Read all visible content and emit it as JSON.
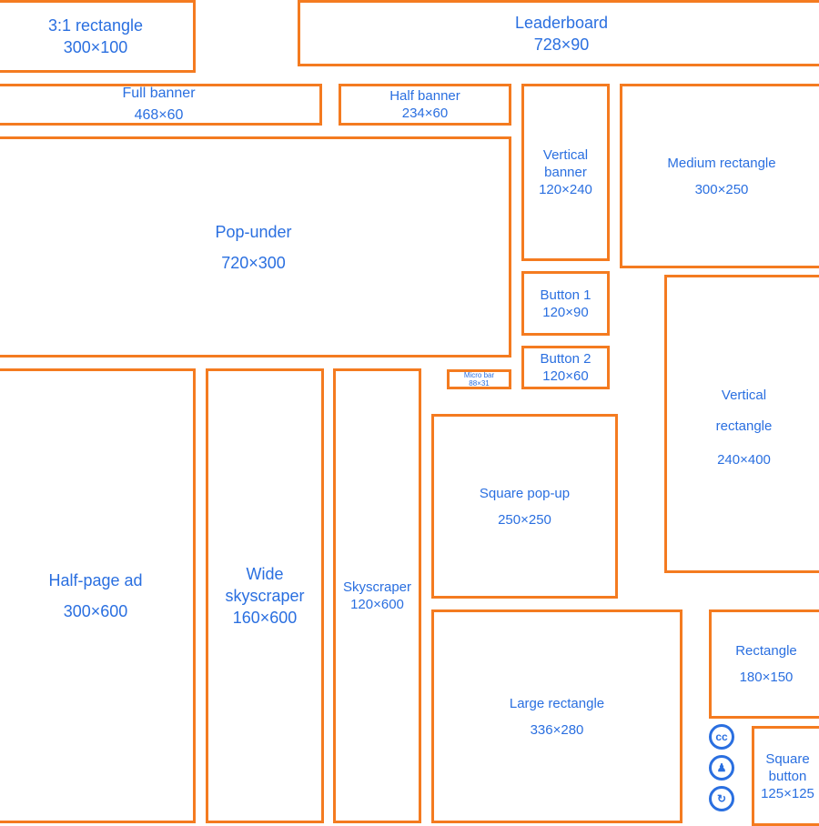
{
  "ads": [
    {
      "name": "3:1 rectangle",
      "size": "300×100"
    },
    {
      "name": "Leaderboard",
      "size": "728×90"
    },
    {
      "name": "Full banner",
      "size": "468×60"
    },
    {
      "name": "Half banner",
      "size": "234×60"
    },
    {
      "name": "Vertical banner",
      "size": "120×240"
    },
    {
      "name": "Medium rectangle",
      "size": "300×250"
    },
    {
      "name": "Pop-under",
      "size": "720×300"
    },
    {
      "name": "Button 1",
      "size": "120×90"
    },
    {
      "name": "Button 2",
      "size": "120×60"
    },
    {
      "name": "Vertical rectangle",
      "size": "240×400"
    },
    {
      "name": "Micro bar",
      "size": "88×31"
    },
    {
      "name": "Half-page ad",
      "size": "300×600"
    },
    {
      "name": "Wide skyscraper",
      "size": "160×600"
    },
    {
      "name": "Skyscraper",
      "size": "120×600"
    },
    {
      "name": "Square pop-up",
      "size": "250×250"
    },
    {
      "name": "Large rectangle",
      "size": "336×280"
    },
    {
      "name": "Rectangle",
      "size": "180×150"
    },
    {
      "name": "Square button",
      "size": "125×125"
    }
  ],
  "license_icons": [
    "cc-icon",
    "attribution-icon",
    "share-alike-icon"
  ],
  "colors": {
    "border": "#f47b20",
    "text": "#2a6fe0"
  }
}
